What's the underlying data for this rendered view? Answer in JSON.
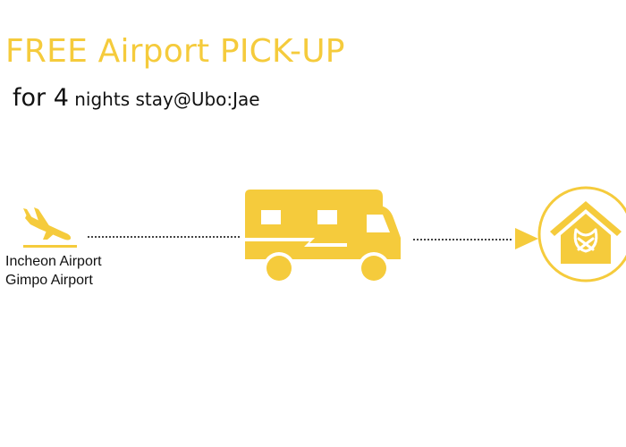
{
  "header": {
    "title": "FREE Airport PICK-UP",
    "sub_prefix": "for 4",
    "sub_suffix": " nights stay@Ubo:Jae"
  },
  "airports": {
    "line1": "Incheon Airport",
    "line2": "Gimpo Airport"
  },
  "icons": {
    "origin": "airplane-landing-icon",
    "vehicle": "camper-van-icon",
    "destination": "house-icon"
  },
  "colors": {
    "accent": "#f5cb3c",
    "text": "#111111"
  }
}
